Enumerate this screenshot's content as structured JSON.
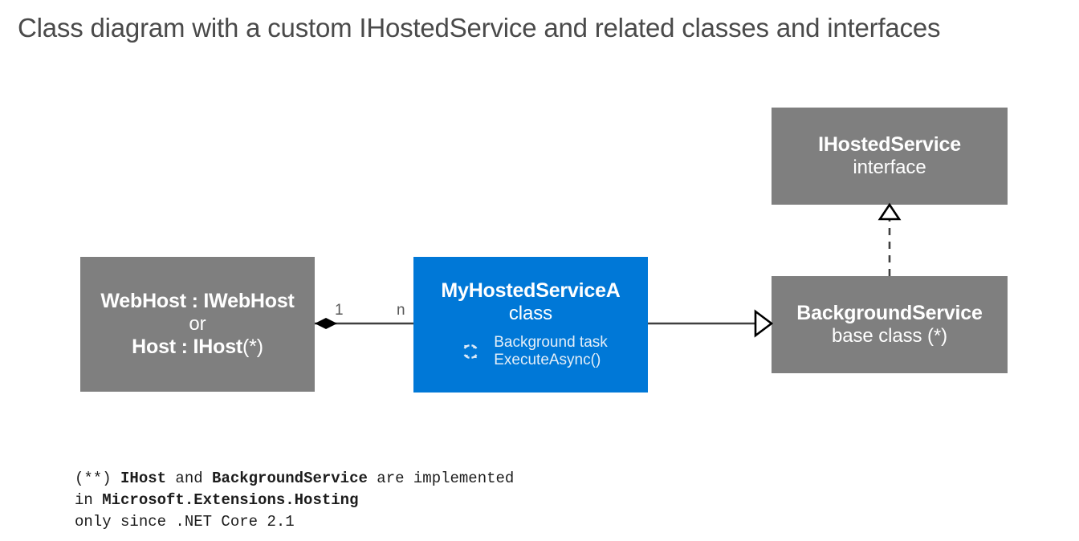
{
  "page": {
    "title": "Class diagram with a custom IHostedService and related classes and interfaces",
    "background_color": "#ffffff"
  },
  "colors": {
    "accent_blue": "#0078d7",
    "node_gray": "#7f7f7f",
    "title_gray": "#4a4a4a",
    "connector_line": "#404040",
    "node_text": "#ffffff"
  },
  "nodes": {
    "ihostedservice": {
      "name": "IHostedService",
      "stereotype": "interface",
      "fill": "#7f7f7f"
    },
    "webhost": {
      "line1": "WebHost : IWebHost",
      "line2": "or",
      "line3_name": "Host : IHost",
      "line3_note": "(*)",
      "fill": "#7f7f7f"
    },
    "myhostedservicea": {
      "name": "MyHostedServiceA",
      "stereotype": "class",
      "icon": "loop-arrows-icon",
      "detail_line1": "Background task",
      "detail_line2": "ExecuteAsync()",
      "fill": "#0078d7"
    },
    "backgroundservice": {
      "name": "BackgroundService",
      "stereotype": "base class (*)",
      "fill": "#7f7f7f"
    }
  },
  "connectors": {
    "composition": {
      "from": "webhost",
      "to": "myhostedservicea",
      "type": "composition",
      "source_multiplicity": "1",
      "target_multiplicity": "n",
      "marker": "filled-diamond"
    },
    "generalization": {
      "from": "myhostedservicea",
      "to": "backgroundservice",
      "type": "generalization",
      "marker": "hollow-triangle",
      "style": "solid"
    },
    "realization": {
      "from": "backgroundservice",
      "to": "ihostedservice",
      "type": "realization",
      "marker": "hollow-triangle",
      "style": "dashed"
    }
  },
  "footnote": {
    "line1_prefix": "(**) ",
    "line1_bold1": "IHost",
    "line1_mid": " and ",
    "line1_bold2": "BackgroundService",
    "line1_suffix": " are implemented",
    "line2_prefix": "in ",
    "line2_bold": "Microsoft.Extensions.Hosting",
    "line3": "only since .NET Core 2.1"
  }
}
